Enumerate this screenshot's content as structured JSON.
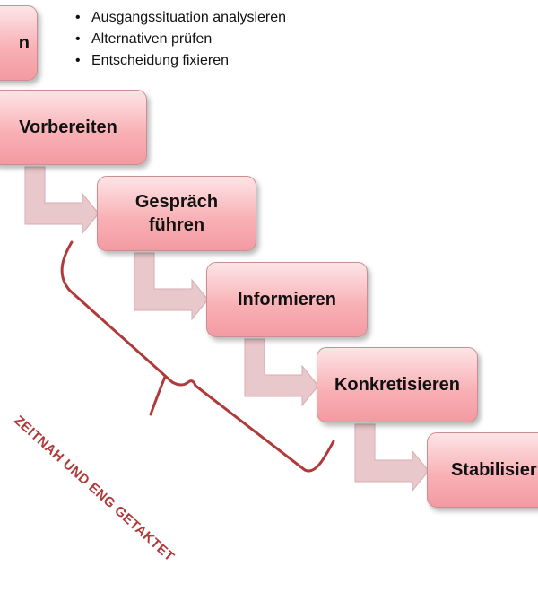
{
  "bullets": [
    "Ausgangssituation analysieren",
    "Alternativen prüfen",
    "Entscheidung fixieren"
  ],
  "steps": [
    {
      "lines": [
        "n"
      ]
    },
    {
      "lines": [
        "Vorbereiten"
      ]
    },
    {
      "lines": [
        "Gespräch",
        "führen"
      ]
    },
    {
      "lines": [
        "Informieren"
      ]
    },
    {
      "lines": [
        "Konkretisieren"
      ]
    },
    {
      "lines": [
        "Stabilisier"
      ]
    }
  ],
  "bracket": {
    "label": "ZEITNAH UND ENG GETAKTET",
    "color": "#b03a3a"
  },
  "colors": {
    "box_fill_top": "#fde5e6",
    "box_fill_bottom": "#f39aa1",
    "arrow_fill": "#e9c8cb"
  }
}
